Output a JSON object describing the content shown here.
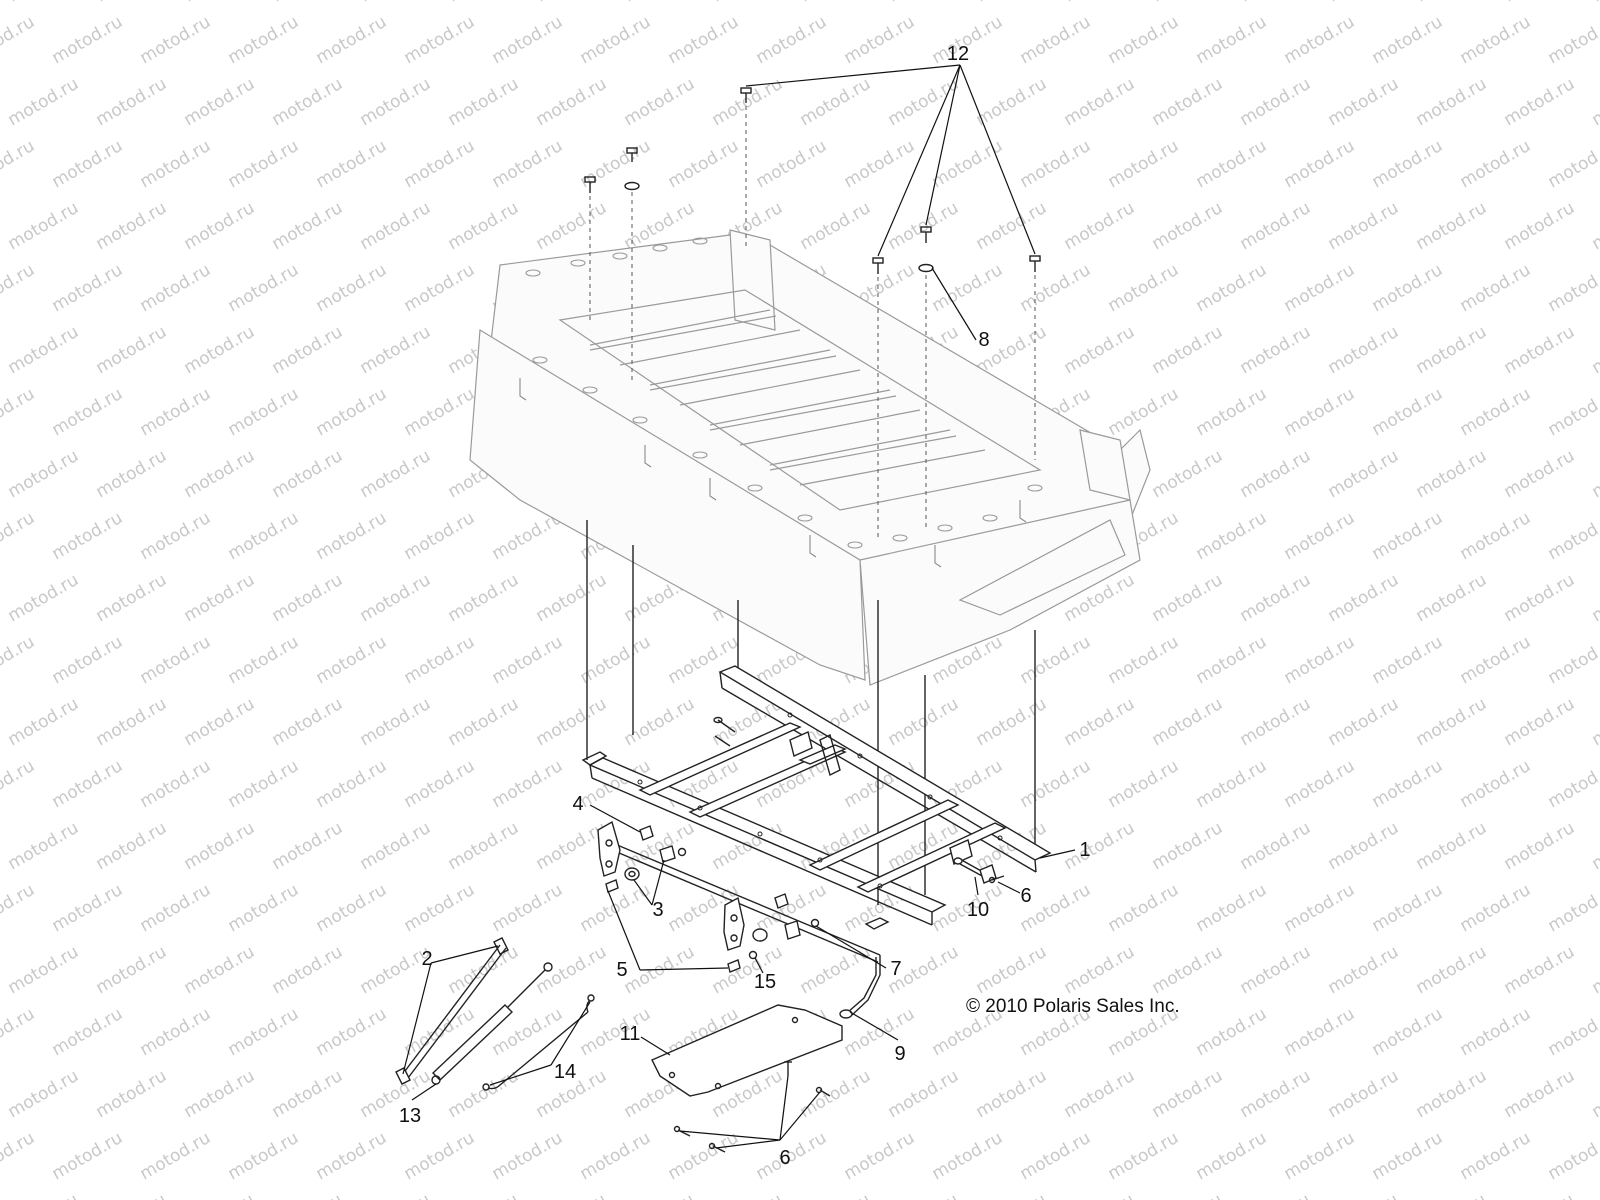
{
  "diagram": {
    "watermark_text": "motod.ru",
    "copyright": "© 2010 Polaris Sales Inc.",
    "callouts": [
      {
        "id": "c12",
        "label": "12"
      },
      {
        "id": "c8",
        "label": "8"
      },
      {
        "id": "c1",
        "label": "1"
      },
      {
        "id": "c4",
        "label": "4"
      },
      {
        "id": "c3",
        "label": "3"
      },
      {
        "id": "c6a",
        "label": "6"
      },
      {
        "id": "c10",
        "label": "10"
      },
      {
        "id": "c2",
        "label": "2"
      },
      {
        "id": "c5",
        "label": "5"
      },
      {
        "id": "c15",
        "label": "15"
      },
      {
        "id": "c7",
        "label": "7"
      },
      {
        "id": "c9",
        "label": "9"
      },
      {
        "id": "c11",
        "label": "11"
      },
      {
        "id": "c14",
        "label": "14"
      },
      {
        "id": "c13",
        "label": "13"
      },
      {
        "id": "c6b",
        "label": "6"
      }
    ]
  }
}
